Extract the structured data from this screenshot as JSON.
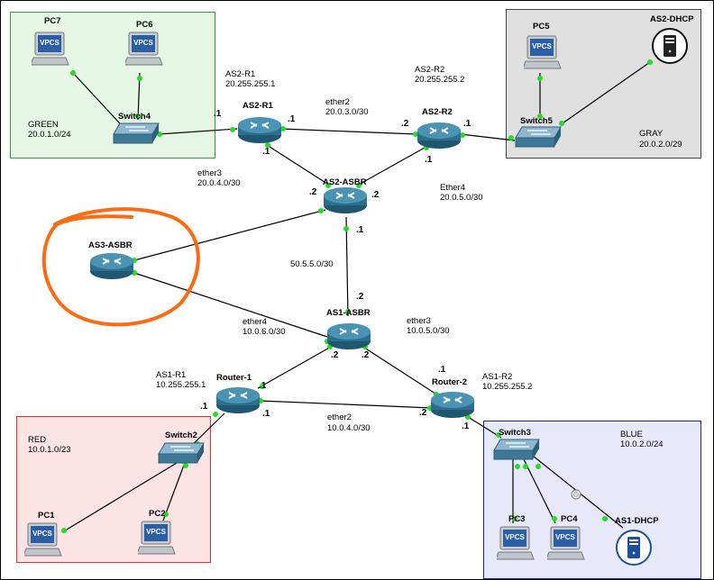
{
  "zones": {
    "green": {
      "name": "GREEN",
      "subnet": "20.0.1.0/24",
      "fill": "#e6f7e6",
      "border": "#2e9a4a"
    },
    "gray": {
      "name": "GRAY",
      "subnet": "20.0.2.0/29",
      "fill": "#e0e0e0",
      "border": "#444444"
    },
    "red": {
      "name": "RED",
      "subnet": "10.0.1.0/23",
      "fill": "#fde4e4",
      "border": "#e03030"
    },
    "blue": {
      "name": "BLUE",
      "subnet": "10.0.2.0/24",
      "fill": "#e8e8fb",
      "border": "#2020a0"
    }
  },
  "routers": {
    "as2_r1": {
      "name": "AS2-R1",
      "caption_name": "AS2-R1",
      "router_id": "20.255.255.1"
    },
    "as2_r2": {
      "name": "AS2-R2",
      "caption_name": "AS2-R2",
      "router_id": "20.255.255.2"
    },
    "as2_asbr": {
      "name": "AS2-ASBR"
    },
    "as3_asbr": {
      "name": "AS3-ASBR"
    },
    "as1_asbr": {
      "name": "AS1-ASBR"
    },
    "router1": {
      "name": "Router-1",
      "caption_name": "AS1-R1",
      "router_id": "10.255.255.1"
    },
    "router2": {
      "name": "Router-2",
      "caption_name": "AS1-R2",
      "router_id": "10.255.255.2"
    }
  },
  "switches": {
    "switch4": {
      "name": "Switch4"
    },
    "switch5": {
      "name": "Switch5"
    },
    "switch2": {
      "name": "Switch2"
    },
    "switch3": {
      "name": "Switch3"
    }
  },
  "hosts": {
    "pc7": {
      "name": "PC7",
      "badge": "VPCS"
    },
    "pc6": {
      "name": "PC6",
      "badge": "VPCS"
    },
    "pc5": {
      "name": "PC5",
      "badge": "VPCS"
    },
    "pc1": {
      "name": "PC1",
      "badge": "VPCS"
    },
    "pc2": {
      "name": "PC2",
      "badge": "VPCS"
    },
    "pc3": {
      "name": "PC3",
      "badge": "VPCS"
    },
    "pc4": {
      "name": "PC4",
      "badge": "VPCS"
    },
    "as2_dhcp": {
      "name": "AS2-DHCP"
    },
    "as1_dhcp": {
      "name": "AS1-DHCP"
    }
  },
  "links": {
    "ether2_as2": {
      "name": "ether2",
      "subnet": "20.0.3.0/30"
    },
    "ether3_as2": {
      "name": "ether3",
      "subnet": "20.0.4.0/30"
    },
    "ether4_as2": {
      "name": "Ether4",
      "subnet": "20.0.5.0/30"
    },
    "inter_as": {
      "subnet": "50.5.5.0/30"
    },
    "ether4_as1": {
      "name": "ether4",
      "subnet": "10.0.6.0/30"
    },
    "ether3_as1": {
      "name": "ether3",
      "subnet": "10.0.5.0/30"
    },
    "ether2_as1": {
      "name": "ether2",
      "subnet": "10.0.4.0/30"
    }
  },
  "ports": {
    "p1": ".1",
    "p2": ".1",
    "p3": ".2",
    "p4": ".1",
    "p5": ".1",
    "p6": ".2",
    "p7": ".2",
    "p8": ".1",
    "p9": ".1",
    "p10": ".2",
    "p11": ".2",
    "p12": ".2",
    "p13": ".1",
    "p14": ".1",
    "p15": ".1",
    "p16": ".2",
    "p17": ".1"
  },
  "colors": {
    "router_blue": "#2d6e8e",
    "link_dot": "#22dd22",
    "highlight": "#ff6a13"
  }
}
